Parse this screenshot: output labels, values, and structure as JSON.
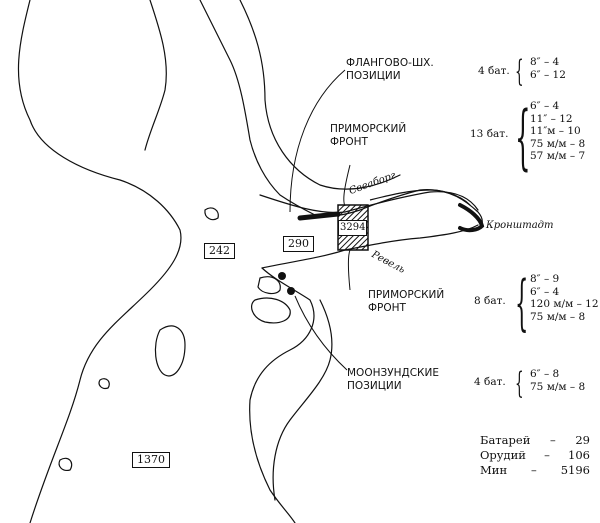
{
  "labels": {
    "flank_positions": [
      "ФЛАНГОВО-ШХ.",
      "ПОЗИЦИИ"
    ],
    "coastal_front_north": [
      "ПРИМОРСКИЙ",
      "ФРОНТ"
    ],
    "coastal_front_south": [
      "ПРИМОРСКИЙ",
      "ФРОНТ"
    ],
    "moonsund_positions": [
      "МООНЗУНДСКИЕ",
      "ПОЗИЦИИ"
    ]
  },
  "places": {
    "sveaborg": "Свеаборг",
    "revel": "Ревель",
    "kronstadt": "Кронштадт"
  },
  "boxed_numbers": {
    "n242": "242",
    "n290": "290",
    "n3294": "3294",
    "n1370": "1370"
  },
  "batteries": [
    {
      "group": "4 бат.",
      "guns": [
        "8″ – 4",
        "6″ – 12"
      ]
    },
    {
      "group": "13 бат.",
      "guns": [
        "6″ – 4",
        "11″ – 12",
        "11″м – 10",
        "75 м/м – 8",
        "57 м/м – 7"
      ]
    },
    {
      "group": "8 бат.",
      "guns": [
        "8″ – 9",
        "6″ – 4",
        "120 м/м – 12",
        "75 м/м – 8"
      ]
    },
    {
      "group": "4 бат.",
      "guns": [
        "6″ – 8",
        "75 м/м – 8"
      ]
    }
  ],
  "totals": [
    {
      "label": "Батарей",
      "dash": "–",
      "value": "29"
    },
    {
      "label": "Орудий",
      "dash": "–",
      "value": "106"
    },
    {
      "label": "Мин",
      "dash": "–",
      "value": "5196"
    }
  ]
}
